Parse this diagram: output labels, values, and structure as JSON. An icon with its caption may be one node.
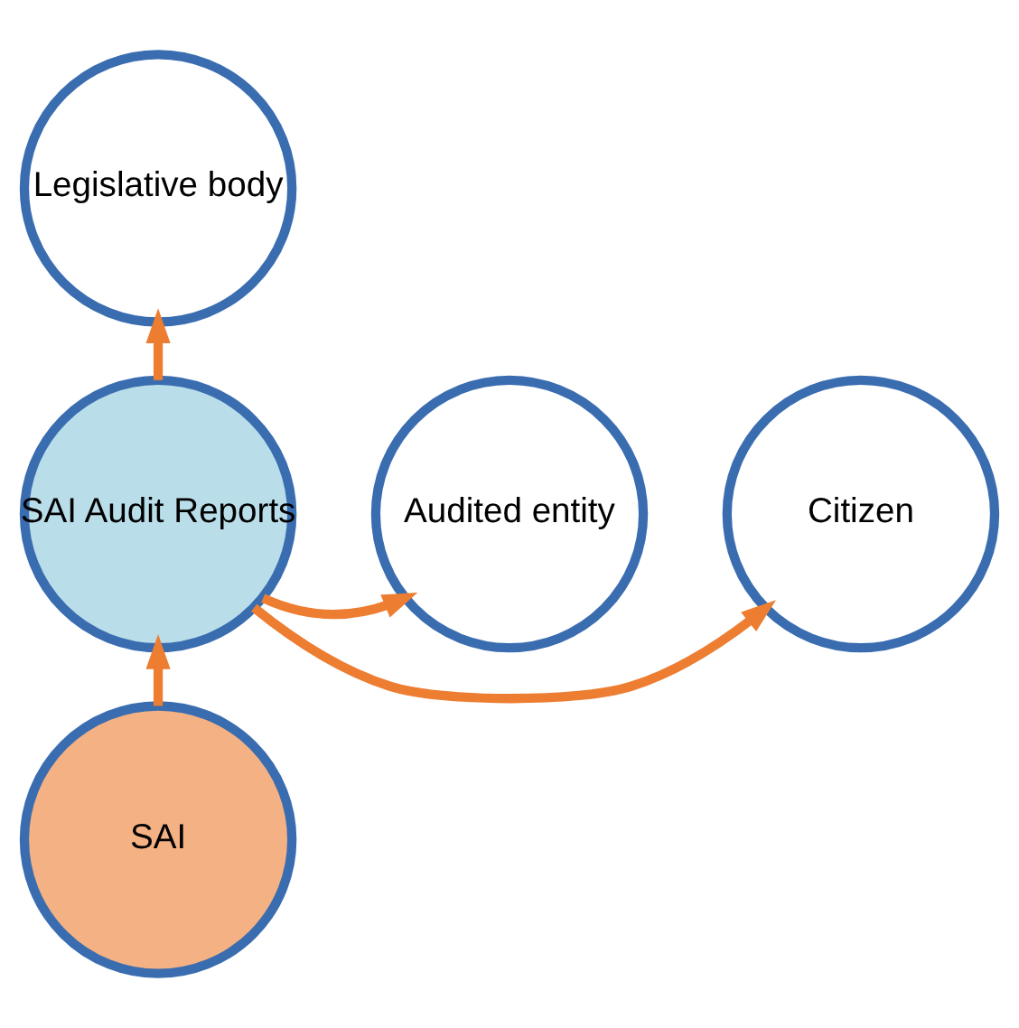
{
  "diagram": {
    "nodes": [
      {
        "text": [
          "Legislative body"
        ]
      },
      {
        "text": [
          "Citizen"
        ]
      },
      {
        "text": [
          "SAI Audit Reports"
        ]
      },
      {
        "text": [
          "Audited entity"
        ]
      },
      {
        "text": [
          "SAI"
        ]
      }
    ],
    "edges": [
      {
        "from": 2,
        "to": 0,
        "arrow": "to"
      },
      {
        "from": 2,
        "to": 1,
        "arrow": "to"
      },
      {
        "from": 2,
        "to": 3,
        "arrow": "to"
      },
      {
        "from": 4,
        "to": 2,
        "arrow": "to"
      }
    ]
  }
}
